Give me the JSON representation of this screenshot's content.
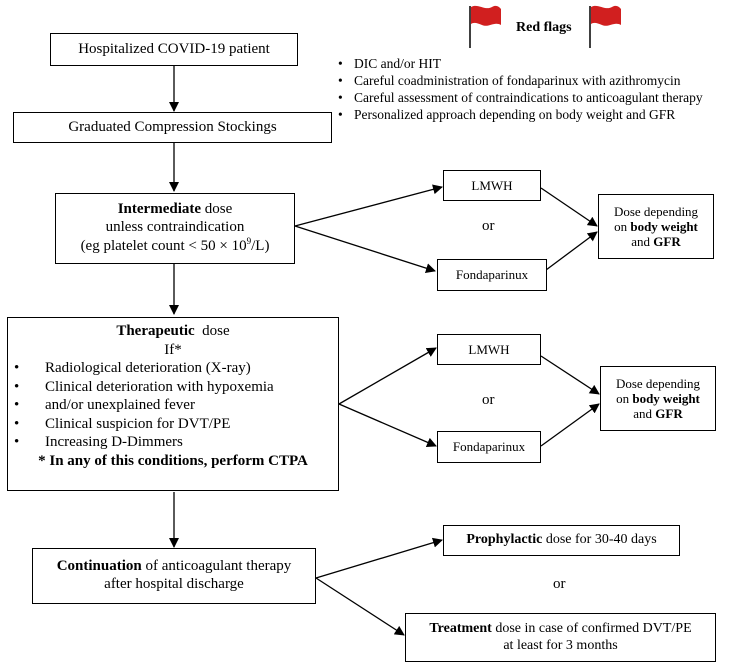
{
  "red_flags": {
    "title": "Red flags",
    "items": [
      "DIC and/or HIT",
      "Careful coadministration of fondaparinux with azithromycin",
      "Careful assessment of contraindications to anticoagulant therapy",
      "Personalized approach depending on body weight and GFR"
    ],
    "flag_color": "#d11f1f"
  },
  "start": {
    "label": "Hospitalized COVID-19 patient"
  },
  "stockings": {
    "label": "Graduated Compression Stockings"
  },
  "intermediate": {
    "bold": "Intermediate",
    "after_bold": " dose",
    "line2": "unless contraindication",
    "line3_pre": "(eg platelet count < 50 × 10",
    "line3_sup": "9",
    "line3_post": "/L)"
  },
  "options_1": {
    "lmwh": "LMWH",
    "or": "or",
    "fondaparinux": "Fondaparinux"
  },
  "dose_1": {
    "line1": "Dose depending",
    "line2_pre": "on ",
    "line2_bold": "body weight",
    "line3_pre": "and ",
    "line3_bold": "GFR"
  },
  "therapeutic": {
    "bold": "Therapeutic",
    "after_bold": "  dose",
    "if": "If*",
    "conditions": [
      "Radiological deterioration (X-ray)",
      "Clinical deterioration with hypoxemia",
      "and/or unexplained fever",
      "Clinical suspicion for DVT/PE",
      "Increasing D-Dimmers"
    ],
    "footnote": "* In any of this conditions, perform CTPA"
  },
  "options_2": {
    "lmwh": "LMWH",
    "or": "or",
    "fondaparinux": "Fondaparinux"
  },
  "dose_2": {
    "line1": "Dose depending",
    "line2_pre": "on ",
    "line2_bold": "body weight",
    "line3_pre": "and ",
    "line3_bold": "GFR"
  },
  "continuation": {
    "bold": "Continuation",
    "after_bold": " of anticoagulant therapy",
    "line2": "after hospital discharge"
  },
  "prophylactic": {
    "bold": "Prophylactic",
    "after_bold": " dose for 30-40 days"
  },
  "or_3": "or",
  "treatment": {
    "bold": "Treatment",
    "after_bold": " dose in case of confirmed DVT/PE",
    "line2": "at least for 3 months"
  }
}
